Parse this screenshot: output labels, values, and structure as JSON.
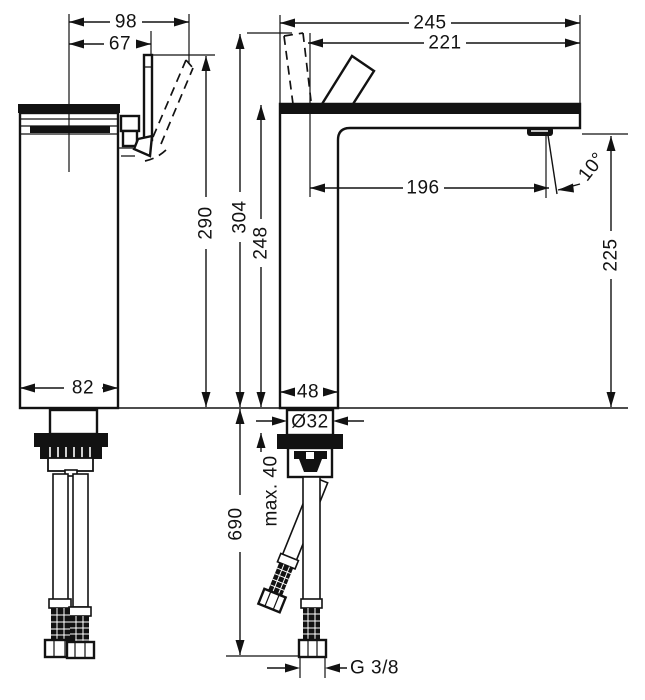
{
  "drawing": {
    "type": "technical-dimension-drawing",
    "subject": "tall single-lever basin mixer faucet, side view and front view with hoses",
    "colors": {
      "line": "#121212",
      "background": "#ffffff"
    },
    "dimensions": {
      "side_reach_total": "98",
      "side_reach_handle": "67",
      "front_width_total": "245",
      "front_width_spout": "221",
      "side_height_handle": "290",
      "front_height_handle": "304",
      "front_height_spout": "248",
      "front_height_outlet": "225",
      "spout_reach": "196",
      "spray_angle": "10°",
      "side_base_width": "82",
      "front_base_width": "48",
      "shank_diameter": "Ø32",
      "deck_thickness": "max. 40",
      "hose_length": "690",
      "thread_size": "G 3/8"
    }
  }
}
